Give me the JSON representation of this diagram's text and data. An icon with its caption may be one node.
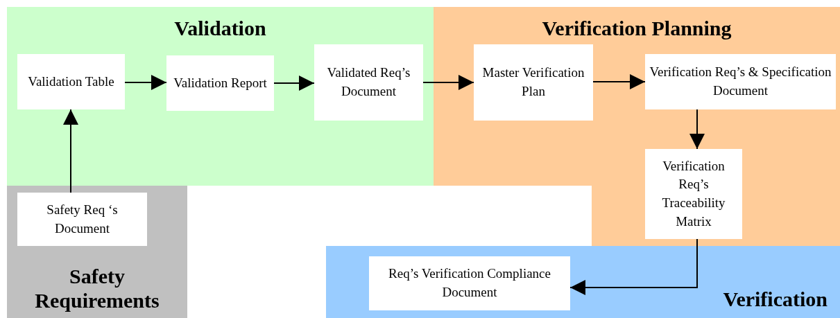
{
  "diagram": {
    "nodes": [
      {
        "text": [
          "Validation"
        ]
      },
      {
        "text": [
          "Validation Table"
        ],
        "in": 0
      },
      {
        "text": [
          "Validation Report"
        ],
        "in": 0
      },
      {
        "text": [
          "Validated Req’s Document"
        ],
        "in": 0
      },
      {
        "text": [
          "Verification Planning"
        ]
      },
      {
        "text": [
          "Master Verification Plan"
        ],
        "in": 4
      },
      {
        "text": [
          "Verification Req’s & Specification Document"
        ],
        "in": 4
      },
      {
        "text": [
          "Verification Req’s Traceability Matrix"
        ],
        "in": 4
      },
      {
        "text": [
          "Safety Requirements"
        ]
      },
      {
        "text": [
          "Safety Req ‘s Document"
        ],
        "in": 8
      },
      {
        "text": [
          "Verification"
        ]
      },
      {
        "text": [
          "Req’s Verification Compliance Document"
        ],
        "in": 10
      }
    ],
    "edges": [
      {
        "from": 1,
        "to": 2,
        "arrow": "to"
      },
      {
        "from": 2,
        "to": 3,
        "arrow": "to"
      },
      {
        "from": 3,
        "to": 5,
        "arrow": "to"
      },
      {
        "from": 5,
        "to": 6,
        "arrow": "to"
      },
      {
        "from": 6,
        "to": 7,
        "arrow": "to"
      },
      {
        "from": 7,
        "to": 11,
        "arrow": "to"
      },
      {
        "from": 9,
        "to": 1,
        "arrow": "to"
      }
    ]
  }
}
